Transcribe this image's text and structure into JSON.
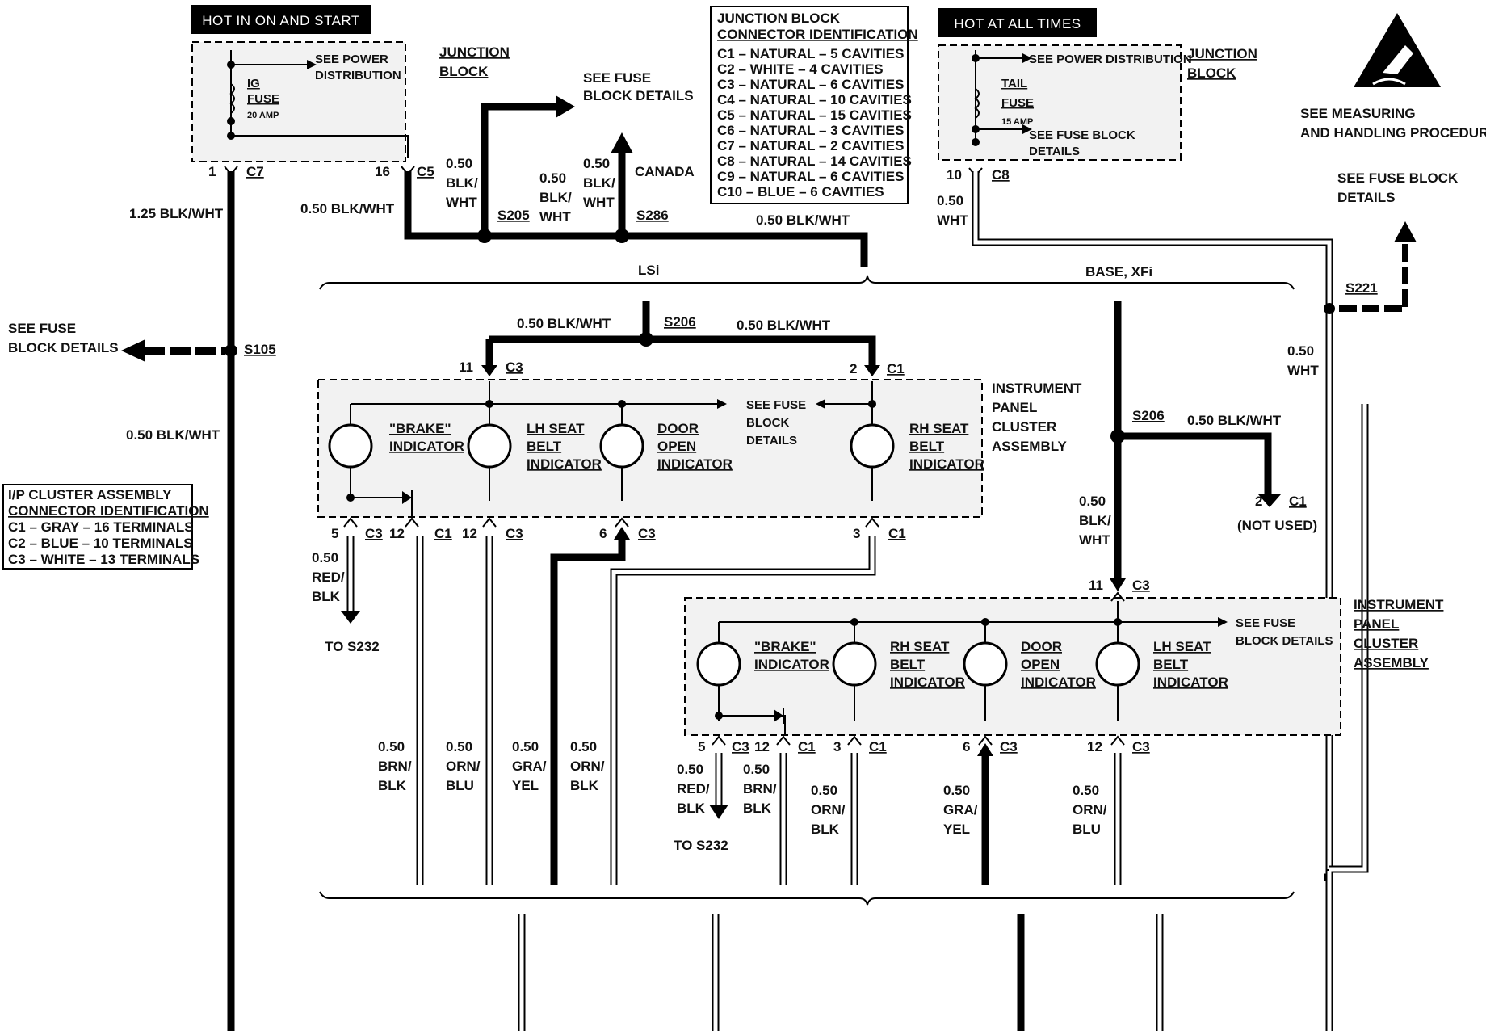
{
  "headers": {
    "hot_run_start": "HOT IN ON AND START",
    "hot_all_times": "HOT AT ALL TIMES"
  },
  "junction_block_left": {
    "label1": "JUNCTION",
    "label2": "BLOCK",
    "see_power_1": "SEE POWER",
    "see_power_2": "DISTRIBUTION",
    "fuse_1": "IG",
    "fuse_2": "FUSE",
    "fuse_rating": "20 AMP",
    "pin_left": "1",
    "conn_left": "C7",
    "pin_right": "16",
    "conn_right": "C5"
  },
  "junction_block_right": {
    "label1": "JUNCTION",
    "label2": "BLOCK",
    "see_power": "SEE POWER DISTRIBUTION",
    "fuse_1": "TAIL",
    "fuse_2": "FUSE",
    "fuse_rating": "15 AMP",
    "see_fuse_1": "SEE FUSE BLOCK",
    "see_fuse_2": "DETAILS",
    "pin": "10",
    "conn": "C8"
  },
  "connector_id": {
    "title1": "JUNCTION BLOCK",
    "title2": "CONNECTOR IDENTIFICATION",
    "rows": [
      "C1 – NATURAL – 5 CAVITIES",
      "C2 – WHITE – 4 CAVITIES",
      "C3 – NATURAL – 6 CAVITIES",
      "C4 – NATURAL – 10 CAVITIES",
      "C5 – NATURAL – 15 CAVITIES",
      "C6 – NATURAL – 3 CAVITIES",
      "C7 – NATURAL – 2 CAVITIES",
      "C8 – NATURAL – 14 CAVITIES",
      "C9 – NATURAL – 6 CAVITIES",
      "C10 – BLUE – 6 CAVITIES"
    ]
  },
  "ip_connector_id": {
    "title1": "I/P CLUSTER ASSEMBLY",
    "title2": "CONNECTOR IDENTIFICATION",
    "rows": [
      "C1 – GRAY – 16 TERMINALS",
      "C2 – BLUE – 10 TERMINALS",
      "C3 – WHITE – 13 TERMINALS"
    ]
  },
  "esd": {
    "line1": "SEE   MEASURING",
    "line2": "AND HANDLING PROCEDURES"
  },
  "wires": {
    "w125": "1.25 BLK/WHT",
    "w050_bw": "0.50 BLK/WHT",
    "w050_bw_2": "0.50 BLK/WHT",
    "w050_bw_3": "0.50 BLK/WHT",
    "w050_bw_4": "0.50 BLK/WHT",
    "w050_bw_5": "0.50 BLK/WHT",
    "w050_bw_6": "0.50 BLK/WHT",
    "w050_bw_left": "0.50 BLK/WHT",
    "stack_050": "0.50",
    "blk_slash": "BLK/",
    "wht": "WHT",
    "canada": "CANADA",
    "w050_wht": "0.50",
    "wht2": "WHT"
  },
  "splices": {
    "s205": "S205",
    "s286": "S286",
    "s206a": "S206",
    "s206b": "S206",
    "s105": "S105",
    "s221": "S221"
  },
  "notes": {
    "see_fuse_1": "SEE FUSE",
    "see_fuse_2": "BLOCK DETAILS",
    "see_fuse_left_1": "SEE FUSE",
    "see_fuse_left_2": "BLOCK DETAILS",
    "see_fuse_right_1": "SEE FUSE BLOCK",
    "see_fuse_right_2": "DETAILS",
    "lsi": "LSi",
    "base_xfi": "BASE, XFi",
    "not_used": "(NOT USED)",
    "to_s232": "TO S232",
    "to_s232_b": "TO S232"
  },
  "cluster_top": {
    "label1": "INSTRUMENT",
    "label2": "PANEL",
    "label3": "CLUSTER",
    "label4": "ASSEMBLY",
    "brake1": "\"BRAKE\"",
    "brake2": "INDICATOR",
    "lh1": "LH SEAT",
    "lh2": "BELT",
    "lh3": "INDICATOR",
    "door1": "DOOR",
    "door2": "OPEN",
    "door3": "INDICATOR",
    "rh1": "RH SEAT",
    "rh2": "BELT",
    "rh3": "INDICATOR",
    "see_fuse1": "SEE FUSE",
    "see_fuse2": "BLOCK",
    "see_fuse3": "DETAILS"
  },
  "cluster_bottom": {
    "label1": "INSTRUMENT",
    "label2": "PANEL",
    "label3": "CLUSTER",
    "label4": "ASSEMBLY",
    "brake1": "\"BRAKE\"",
    "brake2": "INDICATOR",
    "rh1": "RH SEAT",
    "rh2": "BELT",
    "rh3": "INDICATOR",
    "door1": "DOOR",
    "door2": "OPEN",
    "door3": "INDICATOR",
    "lh1": "LH SEAT",
    "lh2": "BELT",
    "lh3": "INDICATOR",
    "see_fuse1": "SEE FUSE",
    "see_fuse2": "BLOCK DETAILS"
  },
  "pins_top": {
    "in1_pin": "11",
    "in1_conn": "C3",
    "in2_pin": "2",
    "in2_conn": "C1",
    "o1_pin": "5",
    "o1_conn": "C3",
    "o2_pin": "12",
    "o2_conn": "C1",
    "o3_pin": "12",
    "o3_conn": "C3",
    "o4_pin": "6",
    "o4_conn": "C3",
    "o5_pin": "3",
    "o5_conn": "C1",
    "unused_pin": "2",
    "unused_conn": "C1"
  },
  "pins_bottom": {
    "in_pin": "11",
    "in_conn": "C3",
    "o1_pin": "5",
    "o1_conn": "C3",
    "o2_pin": "12",
    "o2_conn": "C1",
    "o3_pin": "3",
    "o3_conn": "C1",
    "o4_pin": "6",
    "o4_conn": "C3",
    "o5_pin": "12",
    "o5_conn": "C3"
  },
  "wire_colors": {
    "red_blk_1": "RED/",
    "red_blk_2": "BLK",
    "brn_blk_1": "BRN/",
    "brn_blk_2": "BLK",
    "orn_blu_1": "ORN/",
    "orn_blu_2": "BLU",
    "gra_yel_1": "GRA/",
    "gra_yel_2": "YEL",
    "orn_blk_1": "ORN/",
    "orn_blk_2": "BLK",
    "size": "0.50"
  }
}
